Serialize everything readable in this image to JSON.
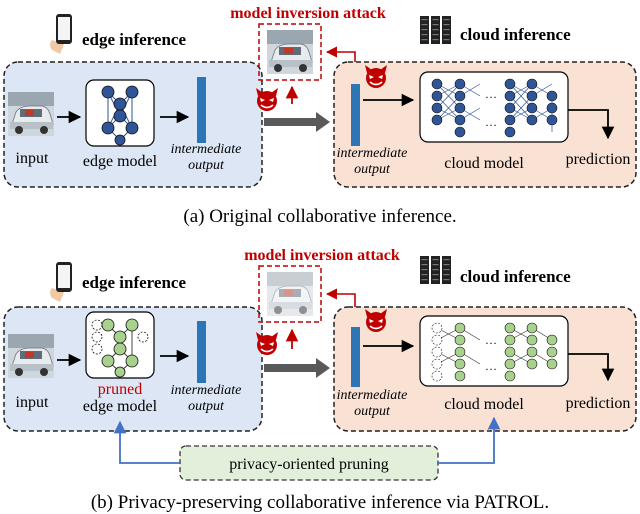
{
  "panel_a": {
    "edge_title": "edge inference",
    "cloud_title": "cloud inference",
    "attack_title": "model inversion attack",
    "input_label": "input",
    "edge_model_label": "edge model",
    "intermediate_label_line1": "intermediate",
    "intermediate_label_line2": "output",
    "cloud_intermediate_line1": "intermediate",
    "cloud_intermediate_line2": "output",
    "cloud_model_label": "cloud model",
    "prediction_label": "prediction",
    "caption": "(a) Original collaborative inference."
  },
  "panel_b": {
    "edge_title": "edge inference",
    "cloud_title": "cloud inference",
    "attack_title": "model inversion attack",
    "input_label": "input",
    "pruned_label": "pruned",
    "edge_model_label": "edge model",
    "intermediate_label_line1": "intermediate",
    "intermediate_label_line2": "output",
    "cloud_intermediate_line1": "intermediate",
    "cloud_intermediate_line2": "output",
    "cloud_model_label": "cloud model",
    "prediction_label": "prediction",
    "pruning_label": "privacy-oriented pruning",
    "caption": "(b) Privacy-preserving collaborative inference via PATROL."
  },
  "colors": {
    "edge_bg": "#dce6f5",
    "cloud_bg": "#f9e1d3",
    "attack_red": "#c00000",
    "feature_blue": "#2e75b6",
    "node_blue": "#2f5597",
    "node_green": "#a9d18e",
    "pruning_bg": "#e2efda",
    "arrow_gray": "#595959",
    "link_blue": "#4472c4"
  },
  "icons": [
    "phone-icon",
    "server-icon",
    "devil-icon",
    "car-image"
  ]
}
